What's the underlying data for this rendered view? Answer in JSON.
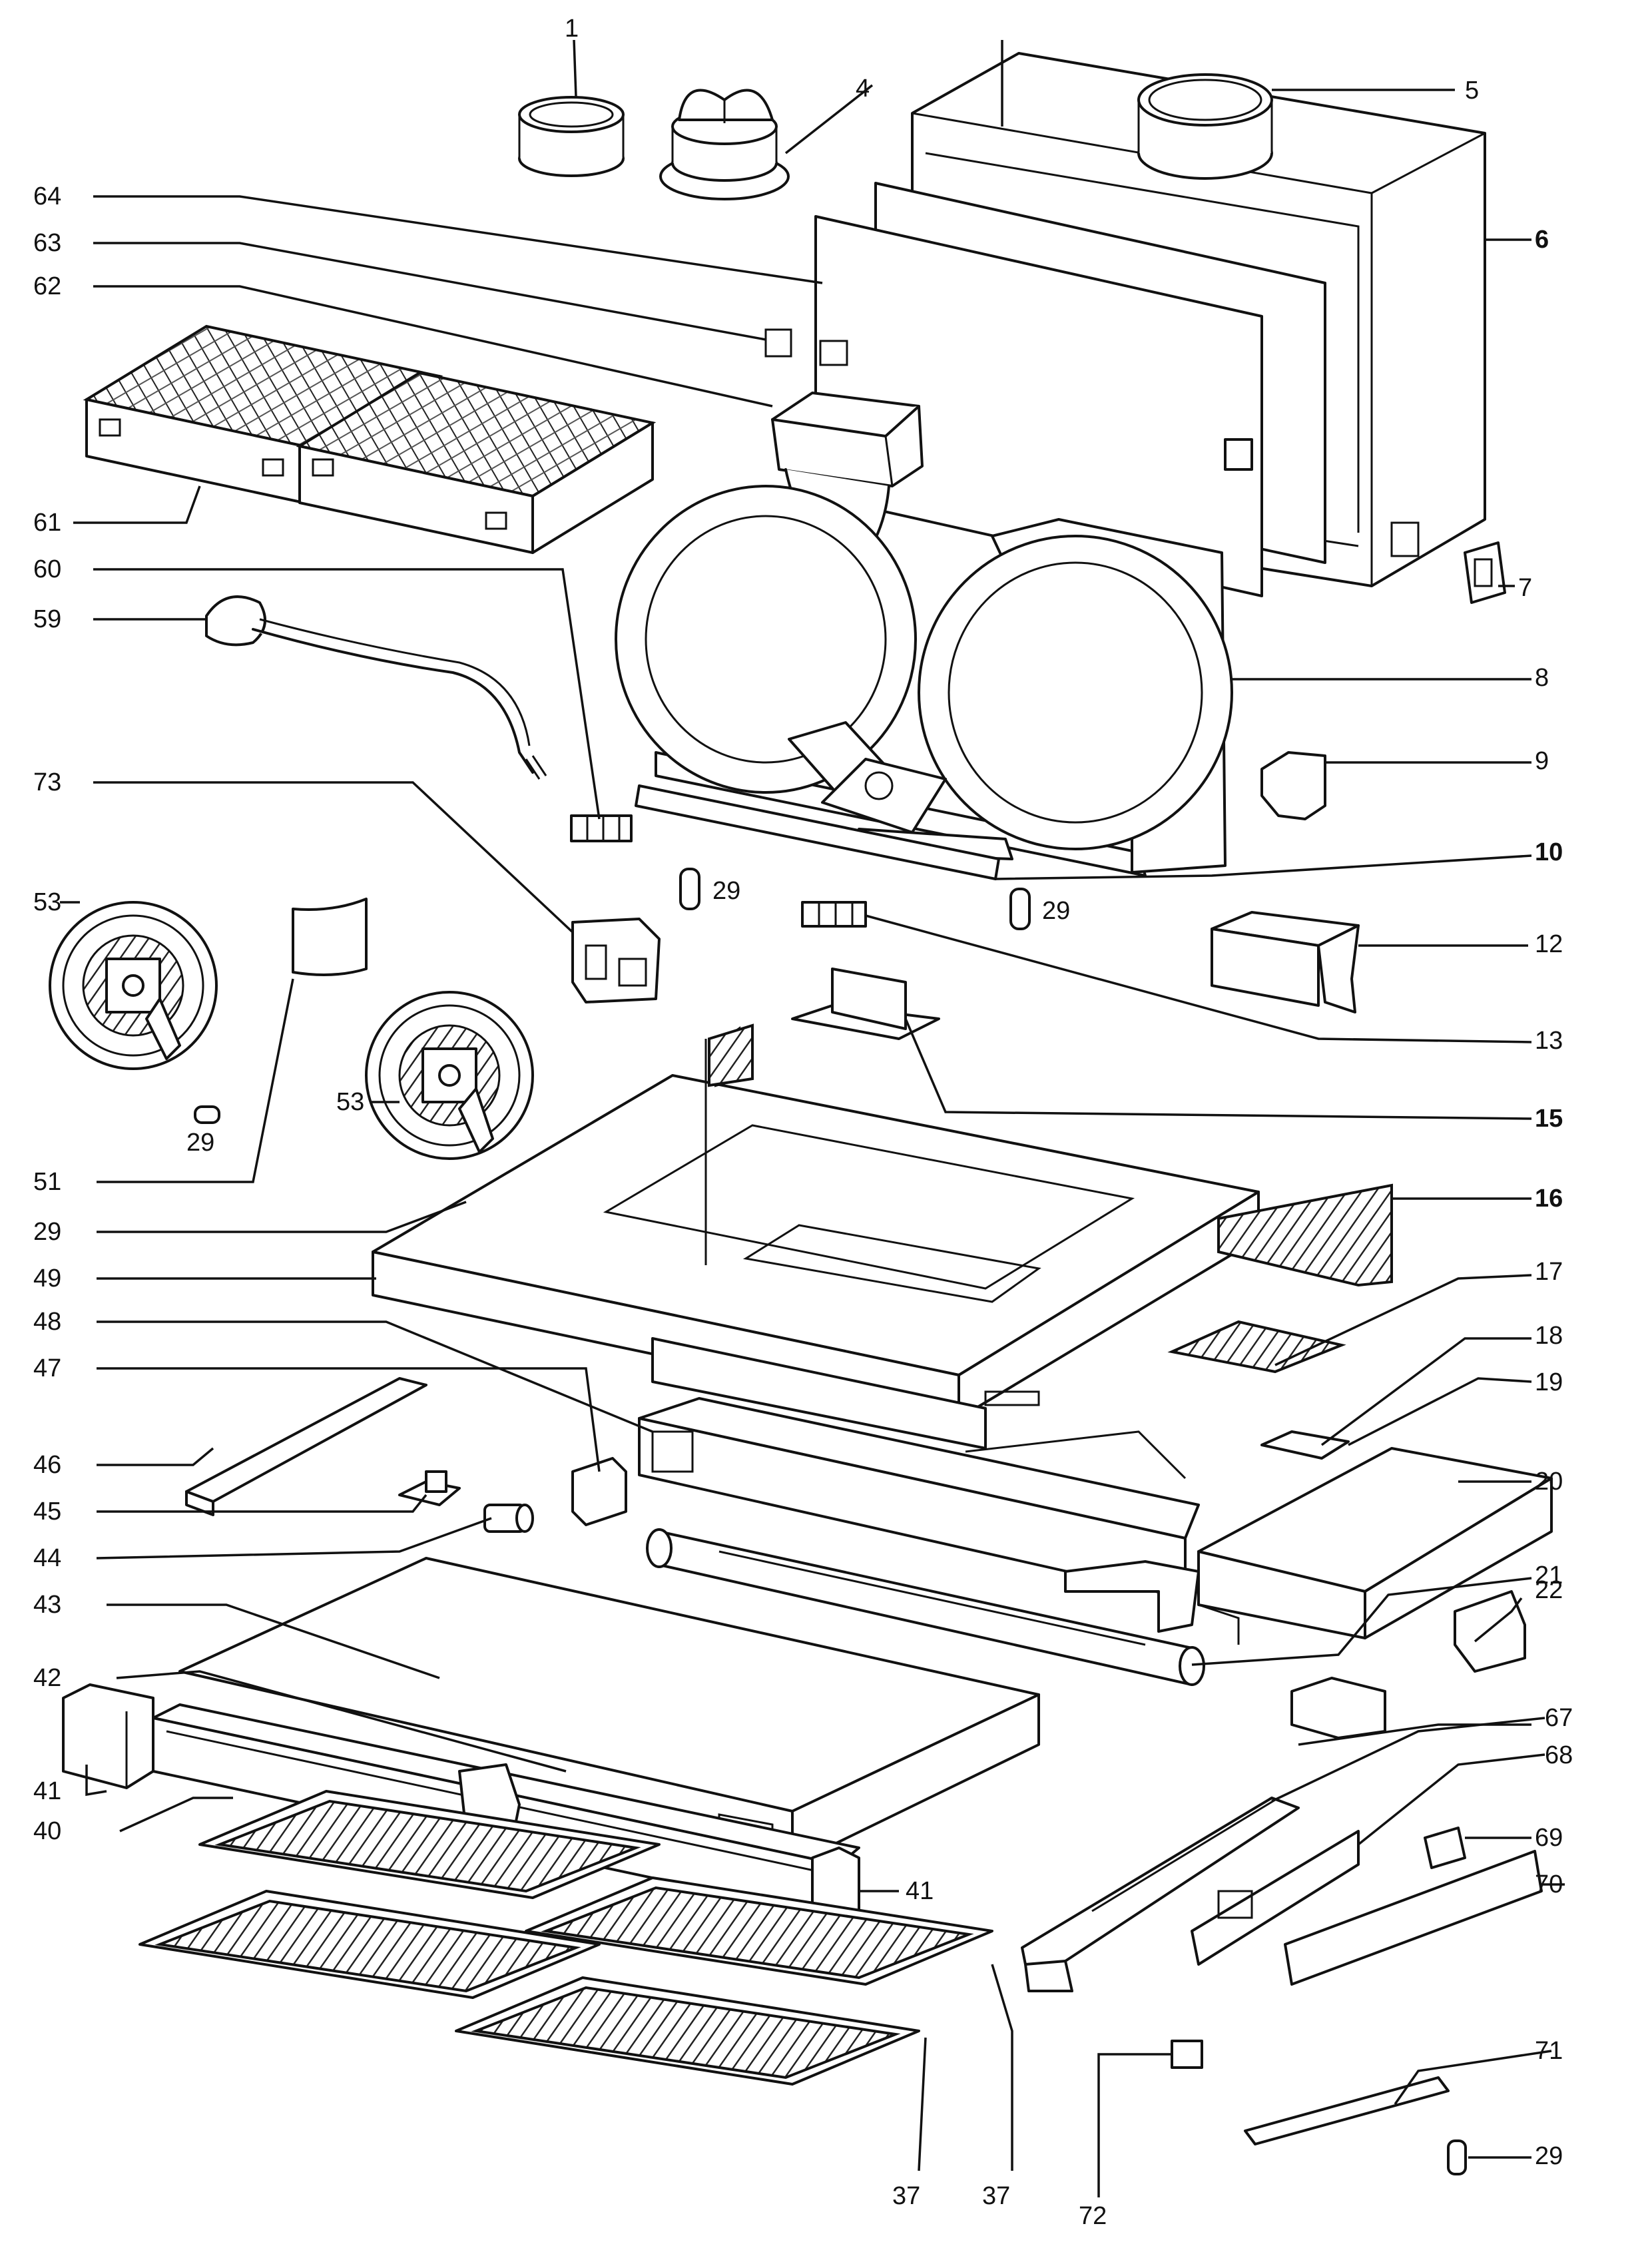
{
  "diagram": {
    "callouts": [
      {
        "id": "c1",
        "text": "1"
      },
      {
        "id": "c4",
        "text": "4"
      },
      {
        "id": "c5",
        "text": "5"
      },
      {
        "id": "c6",
        "text": "6"
      },
      {
        "id": "c7",
        "text": "7"
      },
      {
        "id": "c8",
        "text": "8"
      },
      {
        "id": "c9",
        "text": "9"
      },
      {
        "id": "c10",
        "text": "10"
      },
      {
        "id": "c12",
        "text": "12"
      },
      {
        "id": "c13",
        "text": "13"
      },
      {
        "id": "c15",
        "text": "15"
      },
      {
        "id": "c16",
        "text": "16"
      },
      {
        "id": "c17",
        "text": "17"
      },
      {
        "id": "c18",
        "text": "18"
      },
      {
        "id": "c19",
        "text": "19"
      },
      {
        "id": "c20",
        "text": "20"
      },
      {
        "id": "c21",
        "text": "21"
      },
      {
        "id": "c22",
        "text": "22"
      },
      {
        "id": "c29a",
        "text": "29"
      },
      {
        "id": "c29b",
        "text": "29"
      },
      {
        "id": "c29c",
        "text": "29"
      },
      {
        "id": "c29d",
        "text": "29"
      },
      {
        "id": "c29e",
        "text": "29"
      },
      {
        "id": "c37a",
        "text": "37"
      },
      {
        "id": "c37b",
        "text": "37"
      },
      {
        "id": "c40",
        "text": "40"
      },
      {
        "id": "c41a",
        "text": "41"
      },
      {
        "id": "c41b",
        "text": "41"
      },
      {
        "id": "c42",
        "text": "42"
      },
      {
        "id": "c43",
        "text": "43"
      },
      {
        "id": "c44",
        "text": "44"
      },
      {
        "id": "c45",
        "text": "45"
      },
      {
        "id": "c46",
        "text": "46"
      },
      {
        "id": "c47",
        "text": "47"
      },
      {
        "id": "c48",
        "text": "48"
      },
      {
        "id": "c49",
        "text": "49"
      },
      {
        "id": "c51",
        "text": "51"
      },
      {
        "id": "c53a",
        "text": "53"
      },
      {
        "id": "c53b",
        "text": "53"
      },
      {
        "id": "c59",
        "text": "59"
      },
      {
        "id": "c60",
        "text": "60"
      },
      {
        "id": "c61",
        "text": "61"
      },
      {
        "id": "c62",
        "text": "62"
      },
      {
        "id": "c63",
        "text": "63"
      },
      {
        "id": "c64",
        "text": "64"
      },
      {
        "id": "c67",
        "text": "67"
      },
      {
        "id": "c68",
        "text": "68"
      },
      {
        "id": "c69",
        "text": "69"
      },
      {
        "id": "c70",
        "text": "70"
      },
      {
        "id": "c71",
        "text": "71"
      },
      {
        "id": "c72",
        "text": "72"
      },
      {
        "id": "c73",
        "text": "73"
      }
    ]
  }
}
